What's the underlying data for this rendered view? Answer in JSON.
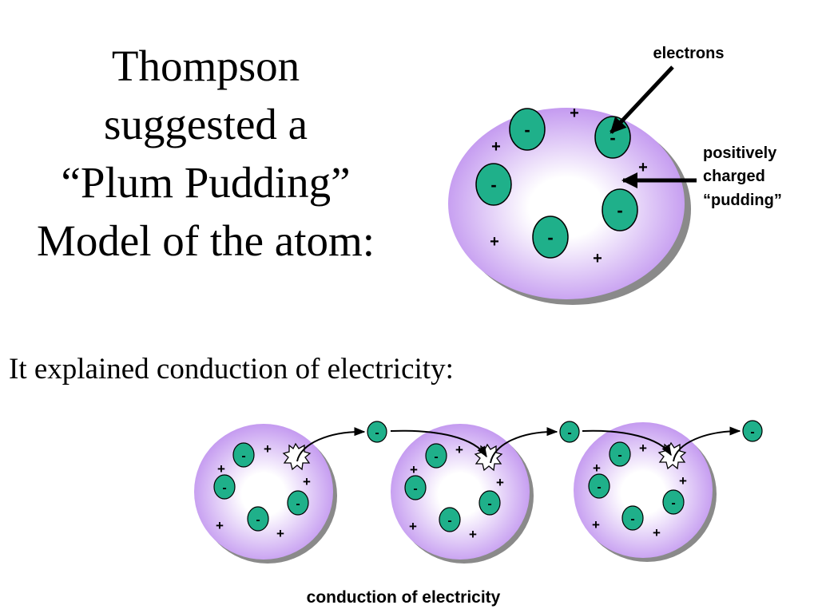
{
  "title_lines": [
    "Thompson",
    "suggested a",
    "“Plum Pudding”",
    "Model of the atom:"
  ],
  "subtitle": "It explained conduction of electricity:",
  "caption": "conduction of electricity",
  "labels": {
    "electrons": "electrons",
    "pudding_lines": [
      "positively",
      "charged",
      "“pudding”"
    ]
  },
  "symbols": {
    "electron": "-",
    "positive": "+"
  },
  "colors": {
    "pudding_edge": "#c49af0",
    "pudding_center": "#ffffff",
    "shadow": "#8a8a8a",
    "electron_fill": "#1fb08a",
    "electron_stroke": "#000000"
  }
}
